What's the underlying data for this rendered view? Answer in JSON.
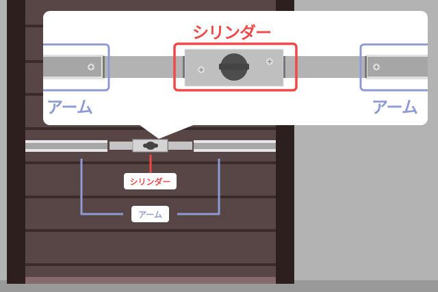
{
  "callout": {
    "title": "シリンダー",
    "left_arm_label": "アーム",
    "right_arm_label": "アーム"
  },
  "diagram": {
    "cylinder_label": "シリンダー",
    "arm_label": "アーム"
  },
  "colors": {
    "cylinder": "#f04848",
    "arm": "#8e9ad4",
    "shutter": "#584545",
    "frame": "#2e1f1f"
  }
}
